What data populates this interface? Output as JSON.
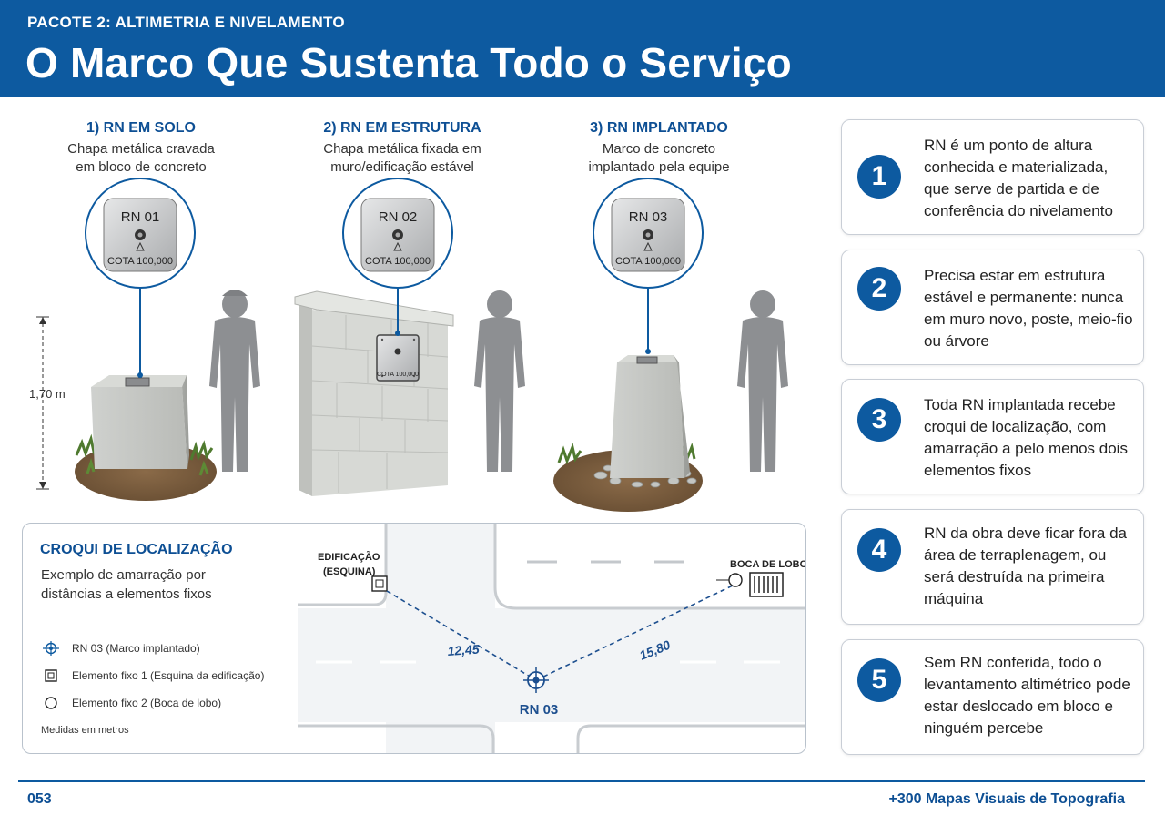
{
  "header": {
    "kicker": "PACOTE 2: ALTIMETRIA E NIVELAMENTO",
    "title": "O Marco Que Sustenta Todo o Serviço"
  },
  "panels": [
    {
      "title": "1) RN EM SOLO",
      "desc_line1": "Chapa metálica cravada",
      "desc_line2": "em bloco de concreto",
      "plate_label": "RN 01",
      "plate_value": "COTA 100,000"
    },
    {
      "title": "2) RN EM ESTRUTURA",
      "desc_line1": "Chapa metálica fixada em",
      "desc_line2": "muro/edificação estável",
      "plate_label": "RN 02",
      "plate_value": "COTA 100,000",
      "wall_plate_value": "COTA 100,000"
    },
    {
      "title": "3) RN IMPLANTADO",
      "desc_line1": "Marco de concreto",
      "desc_line2": "implantado pela equipe",
      "plate_label": "RN 03",
      "plate_value": "COTA 100,000"
    }
  ],
  "height_marker": "1,70 m",
  "croqui": {
    "title": "CROQUI DE LOCALIZAÇÃO",
    "desc": "Exemplo de amarração por distâncias a elementos fixos",
    "legend": [
      {
        "icon": "crosshair-icon",
        "label": "RN 03 (Marco implantado)"
      },
      {
        "icon": "square-icon",
        "label": "Elemento fixo 1 (Esquina da edificação)"
      },
      {
        "icon": "circle-icon",
        "label": "Elemento fixo 2 (Boca de lobo)"
      }
    ],
    "note": "Medidas em metros",
    "map": {
      "building_label_line1": "EDIFICAÇÃO",
      "building_label_line2": "(ESQUINA)",
      "drain_label": "BOCA DE LOBO",
      "rn_label": "RN 03",
      "distance_1": "12,45",
      "distance_2": "15,80"
    }
  },
  "cards": [
    {
      "num": "1",
      "text": "RN é um ponto de altura conhecida e materializada, que serve de partida e de conferência do nivelamento"
    },
    {
      "num": "2",
      "text": "Precisa estar em estrutura estável e permanente: nunca em muro novo, poste, meio-fio ou árvore"
    },
    {
      "num": "3",
      "text": "Toda RN implantada recebe croqui de localização, com amarração a pelo menos dois elementos fixos"
    },
    {
      "num": "4",
      "text": "RN da obra deve ficar fora da área de terraplenagem, ou será destruída na primeira máquina"
    },
    {
      "num": "5",
      "text": "Sem RN conferida, todo o levantamento altimétrico pode estar deslocado em bloco e ninguém percebe"
    }
  ],
  "footer": {
    "page_number": "053",
    "brand": "+300 Mapas Visuais de Topografia"
  },
  "colors": {
    "primary": "#0d5aa0",
    "title_blue": "#0d4f94",
    "concrete": "#c9cbc8",
    "silhouette": "#8d8f92"
  }
}
